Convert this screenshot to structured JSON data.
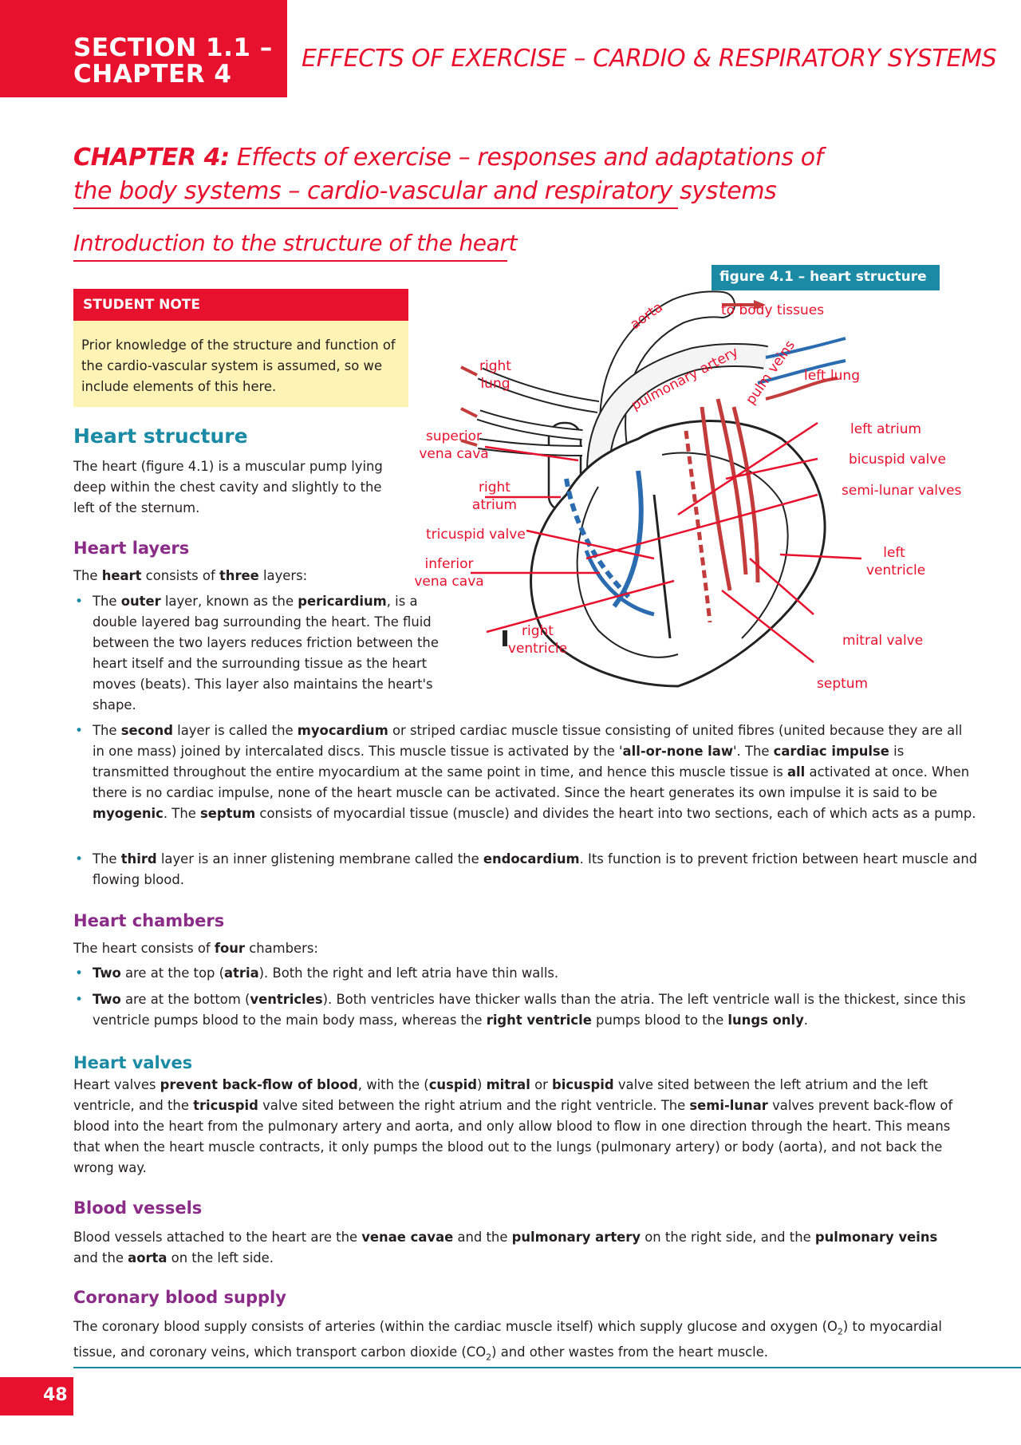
{
  "header": {
    "section_line1": "SECTION 1.1 –",
    "section_line2": "CHAPTER 4",
    "running_title": "EFFECTS OF EXERCISE – CARDIO & RESPIRATORY SYSTEMS"
  },
  "chapter": {
    "label": "CHAPTER 4:",
    "title_line1": "Effects of exercise – responses and adaptations of",
    "title_line2": "the body systems – cardio-vascular and respiratory systems",
    "intro_heading": "Introduction to the structure of the heart"
  },
  "student_note": {
    "title": "STUDENT NOTE",
    "text": "Prior knowledge of the structure and function of the cardio-vascular system is assumed, so we include elements of this here."
  },
  "figure": {
    "caption": "figure 4.1 – heart structure",
    "labels": {
      "to_body": "to body tissues",
      "aorta": "aorta",
      "pulmonary_artery": "pulmonary artery",
      "pulm_veins": "pulm veins",
      "right_lung": "right lung",
      "left_lung": "left lung",
      "superior_vena_cava": "superior vena cava",
      "left_atrium": "left atrium",
      "bicuspid_valve": "bicuspid valve",
      "right_atrium": "right atrium",
      "semi_lunar_valves": "semi-lunar valves",
      "tricuspid_valve": "tricuspid valve",
      "left_ventricle": "left ventricle",
      "inferior_vena_cava": "inferior vena cava",
      "right_ventricle": "right ventricle",
      "mitral_valve": "mitral valve",
      "septum": "septum"
    }
  },
  "heart_structure": {
    "heading": "Heart structure",
    "text": "The heart (figure 4.1) is a muscular pump lying deep within the chest cavity and slightly to the left of the sternum."
  },
  "heart_layers": {
    "heading": "Heart layers",
    "intro": "The heart consists of three layers:",
    "bullets": [
      "The outer layer, known as the pericardium, is a double layered bag surrounding the heart. The fluid between the two layers reduces friction between the heart itself and the surrounding tissue as the heart moves (beats). This layer also maintains the heart's shape.",
      "The second layer is called the myocardium or striped cardiac muscle tissue consisting of united fibres (united because they are all in one mass) joined by intercalated discs. This muscle tissue is activated by the 'all-or-none law'. The cardiac impulse is transmitted throughout the entire myocardium at the same point in time, and hence this muscle tissue is all activated at once. When there is no cardiac impulse, none of the heart muscle can be activated. Since the heart generates its own impulse it is said to be myogenic. The septum consists of myocardial tissue (muscle) and divides the heart into two sections, each of which acts as a pump.",
      "The third layer is an inner glistening membrane called the endocardium. Its function is to prevent friction between heart muscle and flowing blood."
    ]
  },
  "heart_chambers": {
    "heading": "Heart chambers",
    "intro": "The heart consists of four chambers:",
    "bullets": [
      "Two are at the top (atria). Both the right and left atria have thin walls.",
      "Two are at the bottom (ventricles). Both ventricles have thicker walls than the atria. The left ventricle wall is the thickest, since this ventricle pumps blood to the main body mass, whereas the right ventricle pumps blood to the lungs only."
    ]
  },
  "heart_valves": {
    "heading": "Heart valves",
    "text": "Heart valves prevent back-flow of blood, with the (cuspid) mitral or bicuspid valve sited between the left atrium and the left ventricle, and the tricuspid valve sited between the right atrium and the right ventricle. The semi-lunar valves prevent back-flow of blood into the heart from the pulmonary artery and aorta, and only allow blood to flow in one direction through the heart. This means that when the heart muscle contracts, it only pumps the blood out to the lungs (pulmonary artery) or body (aorta), and not back the wrong way."
  },
  "blood_vessels": {
    "heading": "Blood vessels",
    "text": "Blood vessels attached to the heart are the venae cavae and the pulmonary artery on the right side, and the pulmonary veins and the aorta on the left side."
  },
  "coronary": {
    "heading": "Coronary blood supply",
    "text": "The coronary blood supply consists of arteries (within the cardiac muscle itself) which supply glucose and oxygen (O2) to myocardial tissue, and coronary veins, which transport carbon dioxide (CO2) and other wastes from the heart muscle."
  },
  "footer": {
    "page_number": "48"
  },
  "colors": {
    "accent_red": "#e8112d",
    "teal": "#1a8aa5",
    "purple": "#8b2b88",
    "note_bg": "#fcf3b4"
  }
}
